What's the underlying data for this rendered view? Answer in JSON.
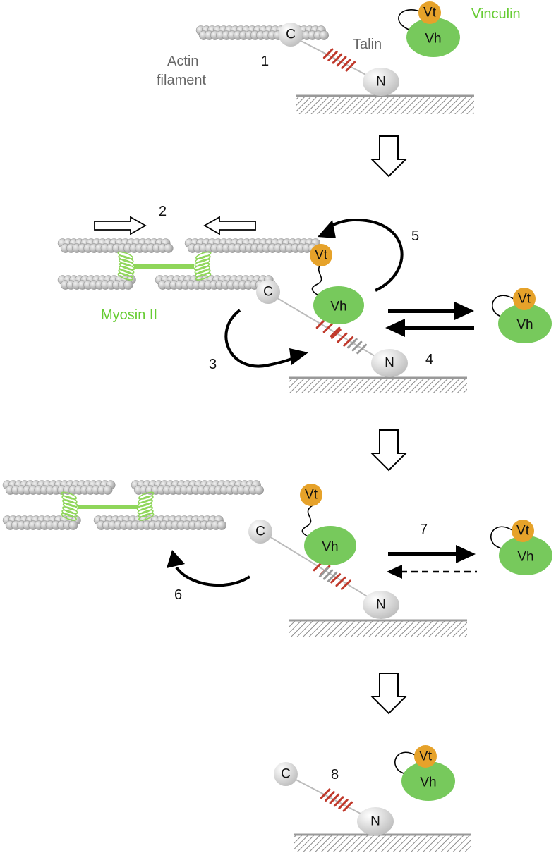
{
  "labels": {
    "actin_line1": "Actin",
    "actin_line2": "filament",
    "talin": "Talin",
    "vinculin": "Vinculin",
    "myosin": "Myosin II",
    "c": "C",
    "n": "N",
    "vt": "Vt",
    "vh": "Vh"
  },
  "steps": [
    "1",
    "2",
    "3",
    "4",
    "5",
    "6",
    "7",
    "8"
  ],
  "colors": {
    "myosin_green": "#8fd65a",
    "vh_green": "#77c95c",
    "vt_orange": "#e6a22a",
    "talin_red": "#c0392b",
    "actin_grey": "#bdbdbd",
    "text_grey": "#666666",
    "label_green": "#66cc33",
    "membrane_hatch": "#777777"
  }
}
